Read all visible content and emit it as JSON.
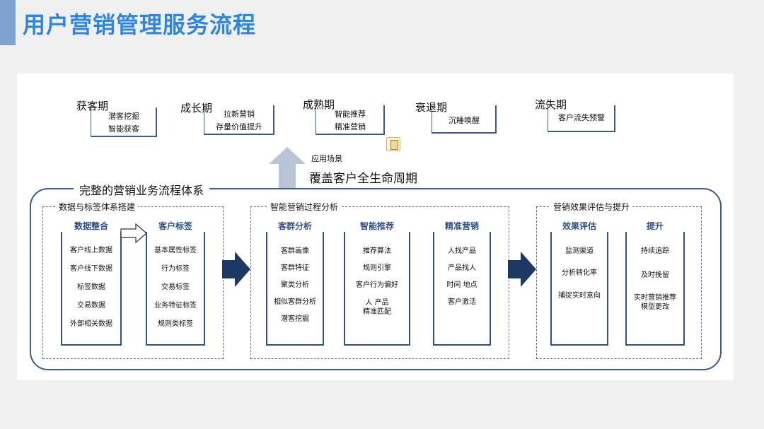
{
  "page": {
    "title": "用户营销管理服务流程"
  },
  "stages": [
    {
      "label": "获客期",
      "items": [
        "潜客挖掘",
        "智能获客"
      ]
    },
    {
      "label": "成长期",
      "items": [
        "拉新营销",
        "存量价值提升"
      ]
    },
    {
      "label": "成熟期",
      "items": [
        "智能推荐",
        "精准营销"
      ]
    },
    {
      "label": "衰退期",
      "items": [
        "沉睡唤醒"
      ]
    },
    {
      "label": "流失期",
      "items": [
        "客户流失预警"
      ]
    }
  ],
  "scenario": {
    "label": "应用场景",
    "headline": "覆盖客户全生命周期"
  },
  "system": {
    "title": "完整的营销业务流程体系",
    "sections": [
      {
        "label": "数据与标签体系搭建",
        "columns": [
          {
            "head": "数据整合",
            "items": [
              "客户线上数据",
              "客户线下数据",
              "标签数据",
              "交易数据",
              "外部相关数据"
            ]
          },
          {
            "head": "客户标签",
            "items": [
              "基本属性标签",
              "行为标签",
              "交易标签",
              "业务特征标签",
              "规则类标签"
            ]
          }
        ]
      },
      {
        "label": "智能营销过程分析",
        "columns": [
          {
            "head": "客群分析",
            "items": [
              "客群画像",
              "客群特征",
              "聚类分析",
              "相似客群分析",
              "潜客挖掘"
            ]
          },
          {
            "head": "智能推荐",
            "items": [
              "推荐算法",
              "规则引擎",
              "客户行为偏好",
              "人 产品\n精准匹配"
            ]
          },
          {
            "head": "精准营销",
            "items": [
              "人找产品",
              "产品找人",
              "时间 地点",
              "客户激活"
            ]
          }
        ]
      },
      {
        "label": "营销效果评估与提升",
        "columns": [
          {
            "head": "效果评估",
            "items": [
              "监测渠道",
              "分析转化率",
              "捕捉实时意向"
            ]
          },
          {
            "head": "提升",
            "items": [
              "持续追踪",
              "及时挽留",
              "实时营销推荐\n模型更改"
            ]
          }
        ]
      }
    ]
  },
  "colors": {
    "title": "#2e86de",
    "accent": "#7fa2d0",
    "frame": "#3c5a8c",
    "arrow": "#1f3864",
    "up_arrow": "#b9c5d6"
  },
  "icons": [
    "clipboard-icon",
    "up-arrow-icon",
    "right-arrow-icon",
    "hollow-right-arrow-icon"
  ]
}
